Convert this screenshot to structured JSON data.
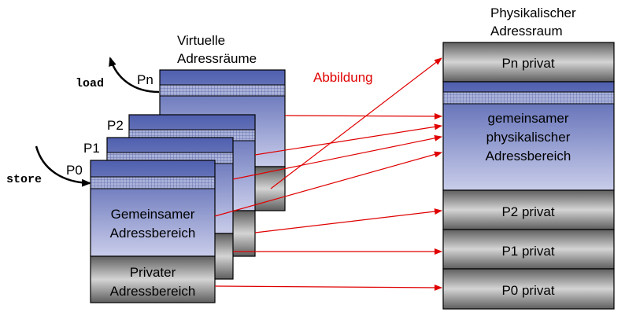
{
  "labels": {
    "virtual_title_line1": "Virtuelle",
    "virtual_title_line2": "Adressräume",
    "physical_title_line1": "Physikalischer",
    "physical_title_line2": "Adressraum",
    "mapping": "Abbildung",
    "load": "load",
    "store": "store",
    "p_n": "Pn",
    "p2": "P2",
    "p1": "P1",
    "p0": "P0",
    "shared_line1": "Gemeinsamer",
    "shared_line2": "Adressbereich",
    "private_line1": "Privater",
    "private_line2": "Adressbereich"
  },
  "physical_blocks": {
    "pn": "Pn privat",
    "shared_line1": "gemeinsamer",
    "shared_line2": "physikalischer",
    "shared_line3": "Adressbereich",
    "p2": "P2 privat",
    "p1": "P1 privat",
    "p0": "P0 privat"
  },
  "colors": {
    "blue_top": "#4f5fae",
    "blue_bottom": "#c9cdea",
    "gray_top": "#606060",
    "gray_mid": "#d2d2d2",
    "arrow": "#e00000",
    "mapping_text": "#e00000"
  }
}
